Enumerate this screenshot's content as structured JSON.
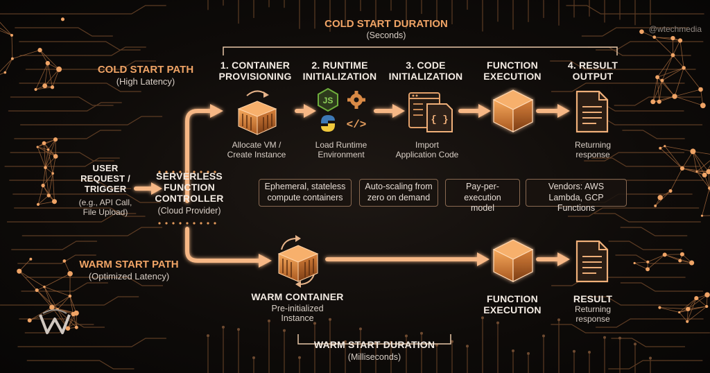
{
  "watermark": "@wtechmedia",
  "cold_duration": {
    "title": "COLD START DURATION",
    "unit": "(Seconds)"
  },
  "cold_path": {
    "title": "COLD START PATH",
    "sub": "(High Latency)"
  },
  "warm_path": {
    "title": "WARM START PATH",
    "sub": "(Optimized Latency)"
  },
  "warm_duration": {
    "title": "WARM START DURATION",
    "unit": "(Milliseconds)"
  },
  "user": {
    "line1": "USER",
    "line2": "REQUEST /",
    "line3": "TRIGGER",
    "line4": "(e.g., API Call,",
    "line5": "File Upload)"
  },
  "controller": {
    "line1": "SERVERLESS",
    "line2": "FUNCTION",
    "line3": "CONTROLLER",
    "line4": "(Cloud Provider)"
  },
  "steps": [
    {
      "h1": "1. CONTAINER",
      "h2": "PROVISIONING",
      "d1": "Allocate VM /",
      "d2": "Create Instance"
    },
    {
      "h1": "2. RUNTIME",
      "h2": "INITIALIZATION",
      "d1": "Load Runtime",
      "d2": "Environment"
    },
    {
      "h1": "3. CODE",
      "h2": "INITIALIZATION",
      "d1": "Import",
      "d2": "Application Code"
    },
    {
      "h1": "FUNCTION",
      "h2": "EXECUTION",
      "d1": "",
      "d2": ""
    },
    {
      "h1": "4. RESULT",
      "h2": "OUTPUT",
      "d1": "Returning",
      "d2": "response"
    }
  ],
  "features": [
    {
      "l1": "Ephemeral, stateless",
      "l2": "compute containers"
    },
    {
      "l1": "Auto-scaling from",
      "l2": "zero on demand"
    },
    {
      "l1": "Pay-per-execution",
      "l2": "model"
    },
    {
      "l1": "Vendors: AWS",
      "l2": "Lambda, GCP Functions"
    }
  ],
  "warm": {
    "container": {
      "h": "WARM CONTAINER",
      "d1": "Pre-initialized",
      "d2": "Instance"
    },
    "execution": {
      "h1": "FUNCTION",
      "h2": "EXECUTION"
    },
    "result": {
      "h": "RESULT",
      "d1": "Returning",
      "d2": "response"
    }
  },
  "runtime_icons": {
    "js": "JS",
    "code": "</>"
  },
  "doc_icon": {
    "braces": "{ }"
  },
  "colors": {
    "accent": "#f0a466",
    "flow": "#f6b785",
    "line": "#c9824a",
    "text": "#f4ece4"
  },
  "icons": [
    "cube-icon",
    "nodejs-icon",
    "gear-icon",
    "python-icon",
    "code-icon",
    "code-file-icon",
    "document-icon",
    "logo-icon"
  ]
}
